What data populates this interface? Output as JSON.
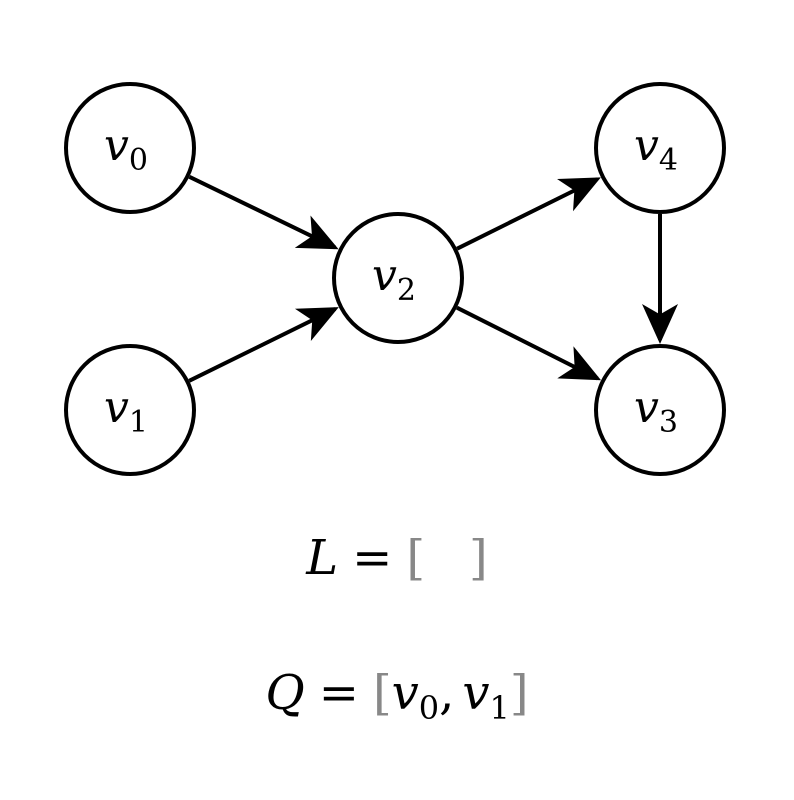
{
  "graph": {
    "nodes": [
      {
        "id": "v0",
        "base": "v",
        "sub": "0"
      },
      {
        "id": "v1",
        "base": "v",
        "sub": "1"
      },
      {
        "id": "v2",
        "base": "v",
        "sub": "2"
      },
      {
        "id": "v3",
        "base": "v",
        "sub": "3"
      },
      {
        "id": "v4",
        "base": "v",
        "sub": "4"
      }
    ],
    "edges": [
      {
        "from": "v0",
        "to": "v2"
      },
      {
        "from": "v1",
        "to": "v2"
      },
      {
        "from": "v2",
        "to": "v4"
      },
      {
        "from": "v2",
        "to": "v3"
      },
      {
        "from": "v4",
        "to": "v3"
      }
    ],
    "colors": {
      "stroke": "#000000",
      "fill": "#ffffff",
      "bracket": "#888888"
    }
  },
  "equations": {
    "L": {
      "name": "L",
      "equals": "=",
      "open": "[",
      "close": "]",
      "items": []
    },
    "Q": {
      "name": "Q",
      "equals": "=",
      "open": "[",
      "close": "]",
      "items": [
        {
          "base": "v",
          "sub": "0"
        },
        {
          "base": "v",
          "sub": "1"
        }
      ]
    }
  }
}
